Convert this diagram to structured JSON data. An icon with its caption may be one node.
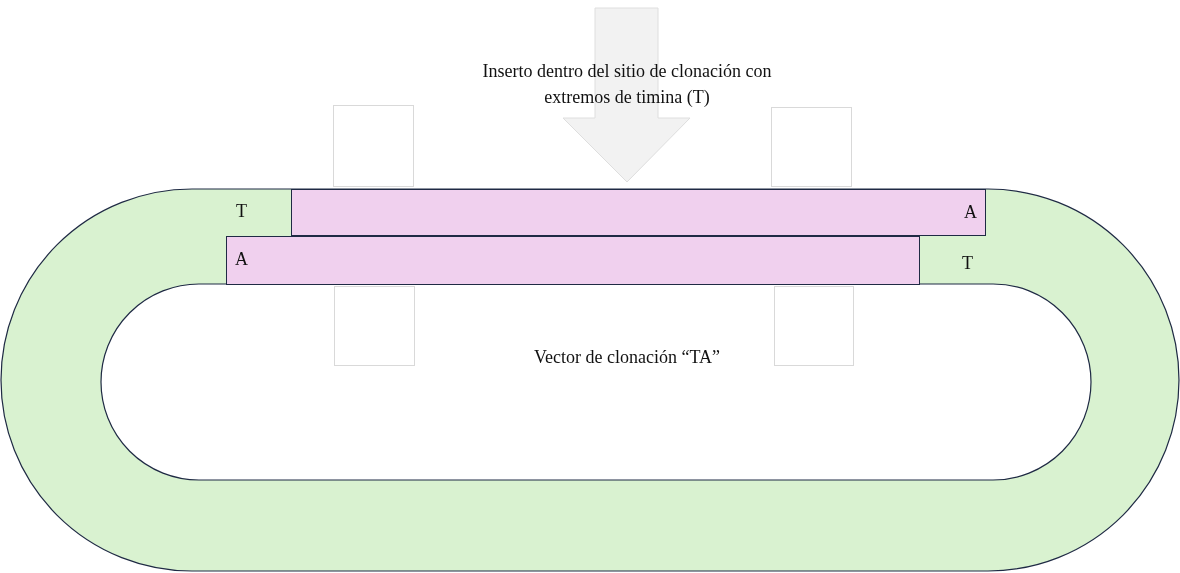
{
  "diagram": {
    "nodes": [
      {
        "text": [
          "Vector de clonación “TA”"
        ]
      },
      {
        "text": [
          "A"
        ],
        "in": 0
      },
      {
        "text": [
          "A"
        ],
        "in": 0
      },
      {
        "text": [],
        "shape": "box"
      },
      {
        "text": [],
        "shape": "box"
      },
      {
        "text": [],
        "shape": "box",
        "in": 0
      },
      {
        "text": [],
        "shape": "box",
        "in": 0
      }
    ],
    "labels": [
      "Inserto dentro del sitio de clonación con extremos de timina (T)",
      "T",
      "T"
    ]
  }
}
